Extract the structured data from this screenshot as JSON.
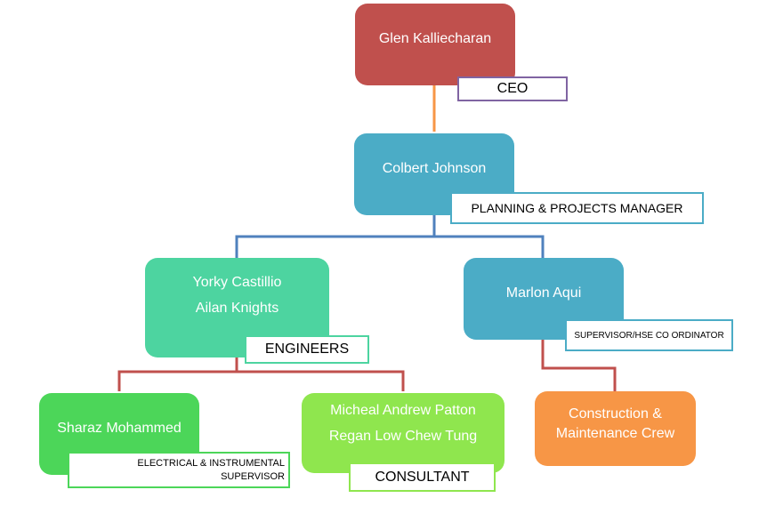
{
  "colors": {
    "ceo": "#c0504d",
    "manager": "#4bacc6",
    "engineers": "#4dd4a0",
    "supervisor": "#4bacc6",
    "electrical": "#4cd659",
    "consultant": "#8fe64e",
    "crew": "#f79646",
    "connector_top": "#f79646",
    "connector_mid": "#4f81bd",
    "connector_low": "#c0504d"
  },
  "nodes": {
    "ceo": {
      "names": [
        "Glen Kalliecharan"
      ],
      "role": "CEO"
    },
    "manager": {
      "names": [
        "Colbert Johnson"
      ],
      "role": "PLANNING & PROJECTS MANAGER"
    },
    "engineers": {
      "names": [
        "Yorky Castillio",
        "Ailan Knights"
      ],
      "role": "ENGINEERS"
    },
    "supervisor": {
      "names": [
        "Marlon Aqui"
      ],
      "role": "SUPERVISOR/HSE CO ORDINATOR"
    },
    "electrical": {
      "names": [
        "Sharaz Mohammed"
      ],
      "role_lines": [
        "ELECTRICAL & INSTRUMENTAL",
        "SUPERVISOR"
      ]
    },
    "consultant": {
      "names": [
        "Micheal Andrew Patton",
        "Regan Low Chew Tung"
      ],
      "role": "CONSULTANT"
    },
    "crew": {
      "names": [
        "Construction &",
        "Maintenance Crew"
      ]
    }
  }
}
